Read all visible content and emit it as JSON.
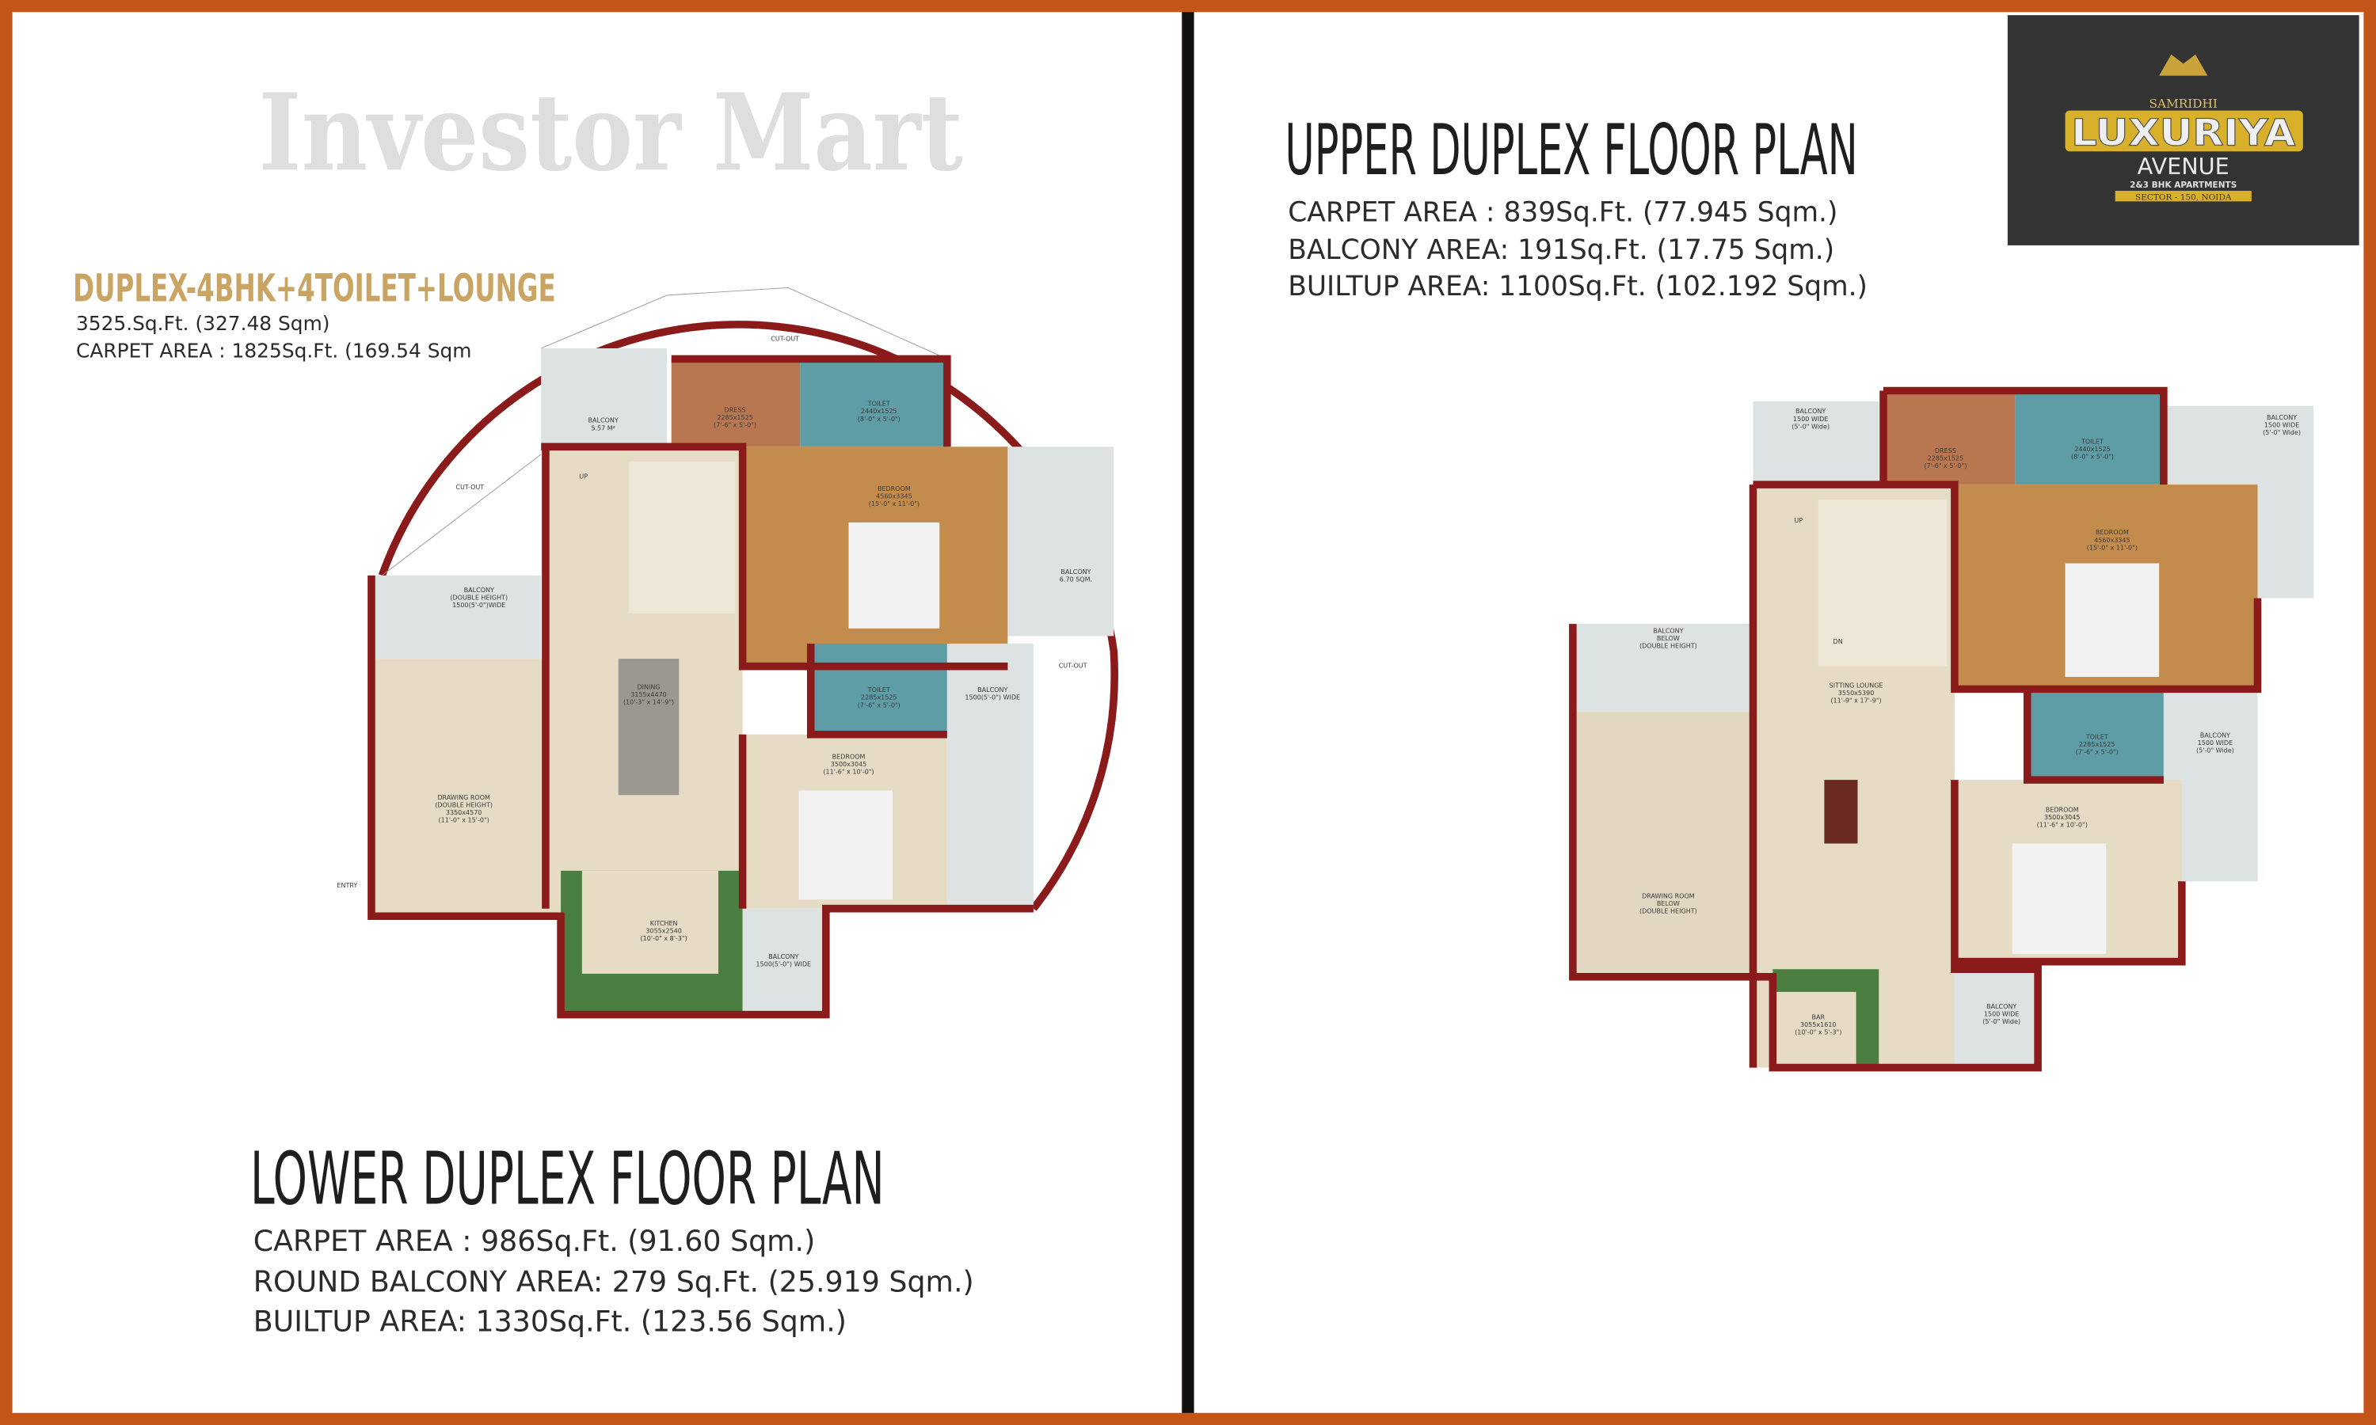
{
  "watermark": "Investor Mart",
  "unit_type": {
    "title": "DUPLEX-4BHK+4TOILET+LOUNGE",
    "size": "3525.Sq.Ft. (327.48 Sqm)",
    "carpet": "CARPET AREA : 1825Sq.Ft. (169.54 Sqm"
  },
  "lower_plan": {
    "title": "LOWER DUPLEX FLOOR PLAN",
    "lines": [
      "CARPET AREA : 986Sq.Ft. (91.60 Sqm.)",
      "ROUND BALCONY AREA: 279 Sq.Ft. (25.919 Sqm.)",
      "BUILTUP AREA: 1330Sq.Ft. (123.56 Sqm.)"
    ],
    "rooms": {
      "cutout_top": "CUT-OUT",
      "balcony_a": [
        "BALCONY",
        "5.57 M²"
      ],
      "dress": [
        "DRESS",
        "2285x1525",
        "(7'-6\" x 5'-0\")"
      ],
      "toilet_a": [
        "TOILET",
        "2440x1525",
        "(8'-0\" x 5'-0\")"
      ],
      "cutout_left": "CUT-OUT",
      "up": "UP",
      "bedroom_a": [
        "BEDROOM",
        "4560x3345",
        "(15'-0\" x 11'-0\")"
      ],
      "balcony_b": [
        "BALCONY",
        "6.70 SQM."
      ],
      "balcony_dh": [
        "BALCONY",
        "(DOUBLE HEIGHT)",
        "1500(5'-0\")WIDE"
      ],
      "dining": [
        "DINING",
        "3155x4470",
        "(10'-3\" x 14'-9\")"
      ],
      "toilet_b": [
        "TOILET",
        "2285x1525",
        "(7'-6\" x 5'-0\")"
      ],
      "balcony_c": [
        "BALCONY",
        "1500(5'-0\") WIDE"
      ],
      "cutout_right": "CUT-OUT",
      "drawing": [
        "DRAWING ROOM",
        "(DOUBLE HEIGHT)",
        "3350x4570",
        "(11'-0\" x 15'-0\")"
      ],
      "bedroom_b": [
        "BEDROOM",
        "3500x3045",
        "(11'-6\" x 10'-0\")"
      ],
      "entry": "ENTRY",
      "kitchen": [
        "KITCHEN",
        "3055x2540",
        "(10'-0\" x 8'-3\")"
      ],
      "balcony_d": [
        "BALCONY",
        "1500(5'-0\") WIDE"
      ]
    }
  },
  "upper_plan": {
    "title": "UPPER DUPLEX FLOOR PLAN",
    "lines": [
      "CARPET AREA : 839Sq.Ft. (77.945 Sqm.)",
      "BALCONY AREA: 191Sq.Ft. (17.75 Sqm.)",
      "BUILTUP AREA: 1100Sq.Ft. (102.192 Sqm.)"
    ],
    "rooms": {
      "balcony_tl": [
        "BALCONY",
        "1500 WIDE",
        "(5'-0\" Wide)"
      ],
      "dress": [
        "DRESS",
        "2285x1525",
        "(7'-6\" x 5'-0\")"
      ],
      "toilet_a": [
        "TOILET",
        "2440x1525",
        "(8'-0\" x 5'-0\")"
      ],
      "balcony_tr": [
        "BALCONY",
        "1500 WIDE",
        "(5'-0\" Wide)"
      ],
      "up": "UP",
      "dn": "DN",
      "bedroom_a": [
        "BEDROOM",
        "4560x3345",
        "(15'-0\" x 11'-0\")"
      ],
      "balcony_below": [
        "BALCONY",
        "BELOW",
        "(DOUBLE HEIGHT)"
      ],
      "sitting": [
        "SITTING LOUNGE",
        "3550x5390",
        "(11'-9\" x 17'-9\")"
      ],
      "toilet_b": [
        "TOILET",
        "2285x1525",
        "(7'-6\" x 5'-0\")"
      ],
      "balcony_r": [
        "BALCONY",
        "1500 WIDE",
        "(5'-0\" Wide)"
      ],
      "bedroom_b": [
        "BEDROOM",
        "3500x3045",
        "(11'-6\" x 10'-0\")"
      ],
      "drawing_below": [
        "DRAWING ROOM",
        "BELOW",
        "(DOUBLE HEIGHT)"
      ],
      "bar": [
        "BAR",
        "3055x1610",
        "(10'-0\" x 5'-3\")"
      ],
      "balcony_b": [
        "BALCONY",
        "1500 WIDE",
        "(5'-0\" Wide)"
      ]
    }
  },
  "logo": {
    "top": "SAMRIDHI",
    "name": "LUXURIYA",
    "sub": "AVENUE",
    "tagline": "2&3 BHK APARTMENTS",
    "location": "SECTOR - 150, NOIDA"
  },
  "colors": {
    "frame": "#c4561a",
    "divider": "#111111",
    "title_gold": "#c9a463",
    "wall": "#8b1a1a",
    "logo_bg": "#333333",
    "logo_gold": "#d8b02a"
  }
}
